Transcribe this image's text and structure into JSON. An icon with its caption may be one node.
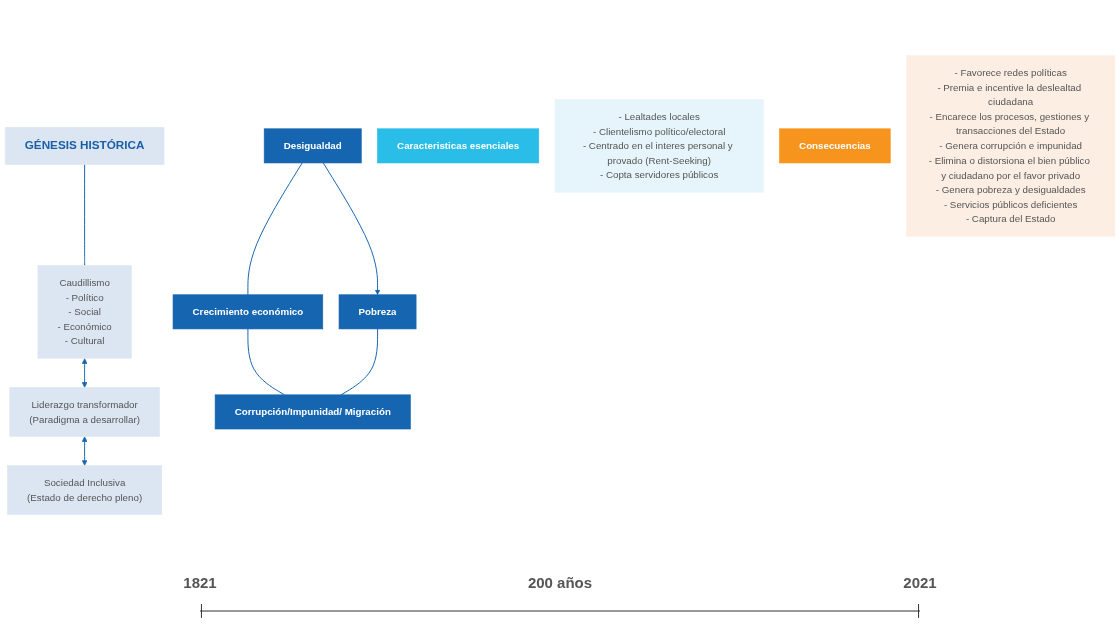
{
  "diagram": {
    "nodes": [
      {
        "text": [
          "GÉNESIS HISTÓRICA"
        ]
      },
      {
        "text": [
          "Caudillismo",
          "- Político",
          "- Social",
          "- Económico",
          "- Cultural"
        ]
      },
      {
        "text": [
          "Liderazgo transformador",
          "(Paradigma a desarrollar)"
        ]
      },
      {
        "text": [
          "Sociedad Inclusiva",
          "(Estado de derecho pleno)"
        ]
      },
      {
        "text": [
          "Caracteristicas esenciales"
        ]
      },
      {
        "text": [
          "- Lealtades locales",
          "- Clientelismo político/electoral",
          "- Centrado en el interes personal y provado (Rent-Seeking)",
          "- Copta servidores públicos"
        ]
      },
      {
        "text": [
          "Consecuencias"
        ]
      },
      {
        "text": [
          "- Favorece redes políticas",
          "- Premia e incentive la deslealtad ciudadana",
          "- Encarece los procesos, gestiones y transacciones del Estado",
          "- Genera corrupción e impunidad",
          "- Elimina o distorsiona el bien público y ciudadano por el favor privado",
          "- Genera pobreza y desigualdades",
          "- Servicios públicos deficientes",
          "- Captura del Estado"
        ]
      },
      {
        "text": [
          "Desigualdad"
        ]
      },
      {
        "text": [
          "Crecimiento económico"
        ]
      },
      {
        "text": [
          "Pobreza"
        ]
      },
      {
        "text": [
          "Corrupción/Impunidad/ Migración"
        ]
      }
    ],
    "edges": [
      {
        "from": 0,
        "to": 1,
        "arrow": "none"
      },
      {
        "from": 1,
        "to": 2,
        "arrow": "both"
      },
      {
        "from": 2,
        "to": 3,
        "arrow": "both"
      },
      {
        "from": 8,
        "to": 9,
        "arrow": "none"
      },
      {
        "from": 8,
        "to": 10,
        "arrow": "to"
      },
      {
        "from": 9,
        "to": 11,
        "arrow": "none"
      },
      {
        "from": 10,
        "to": 11,
        "arrow": "none"
      }
    ],
    "labels": [
      "1821",
      "200 años",
      "2021"
    ]
  }
}
